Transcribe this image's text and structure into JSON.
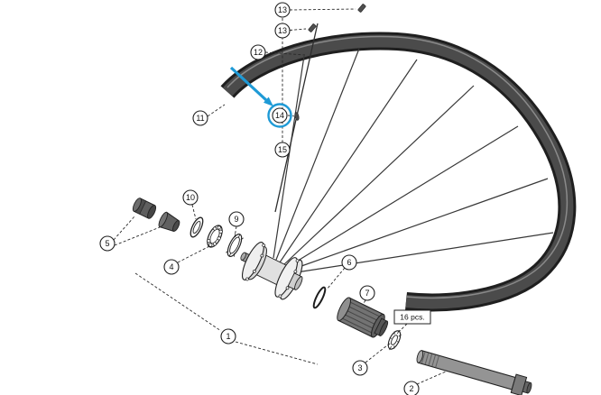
{
  "callouts": {
    "c13a": "13",
    "c13b": "13",
    "c12": "12",
    "c11": "11",
    "c14": "14",
    "c15": "15",
    "c10": "10",
    "c9": "9",
    "c5": "5",
    "c4": "4",
    "c6": "6",
    "c7": "7",
    "c1": "1",
    "c3": "3",
    "c2": "2"
  },
  "labels": {
    "quantity_note": "16 pcs."
  },
  "highlight": {
    "highlighted_callout": "14",
    "color": "#1e9ad6"
  },
  "colors": {
    "line": "#1f1f1f",
    "rim": "#4b4b4b",
    "background": "#ffffff"
  }
}
